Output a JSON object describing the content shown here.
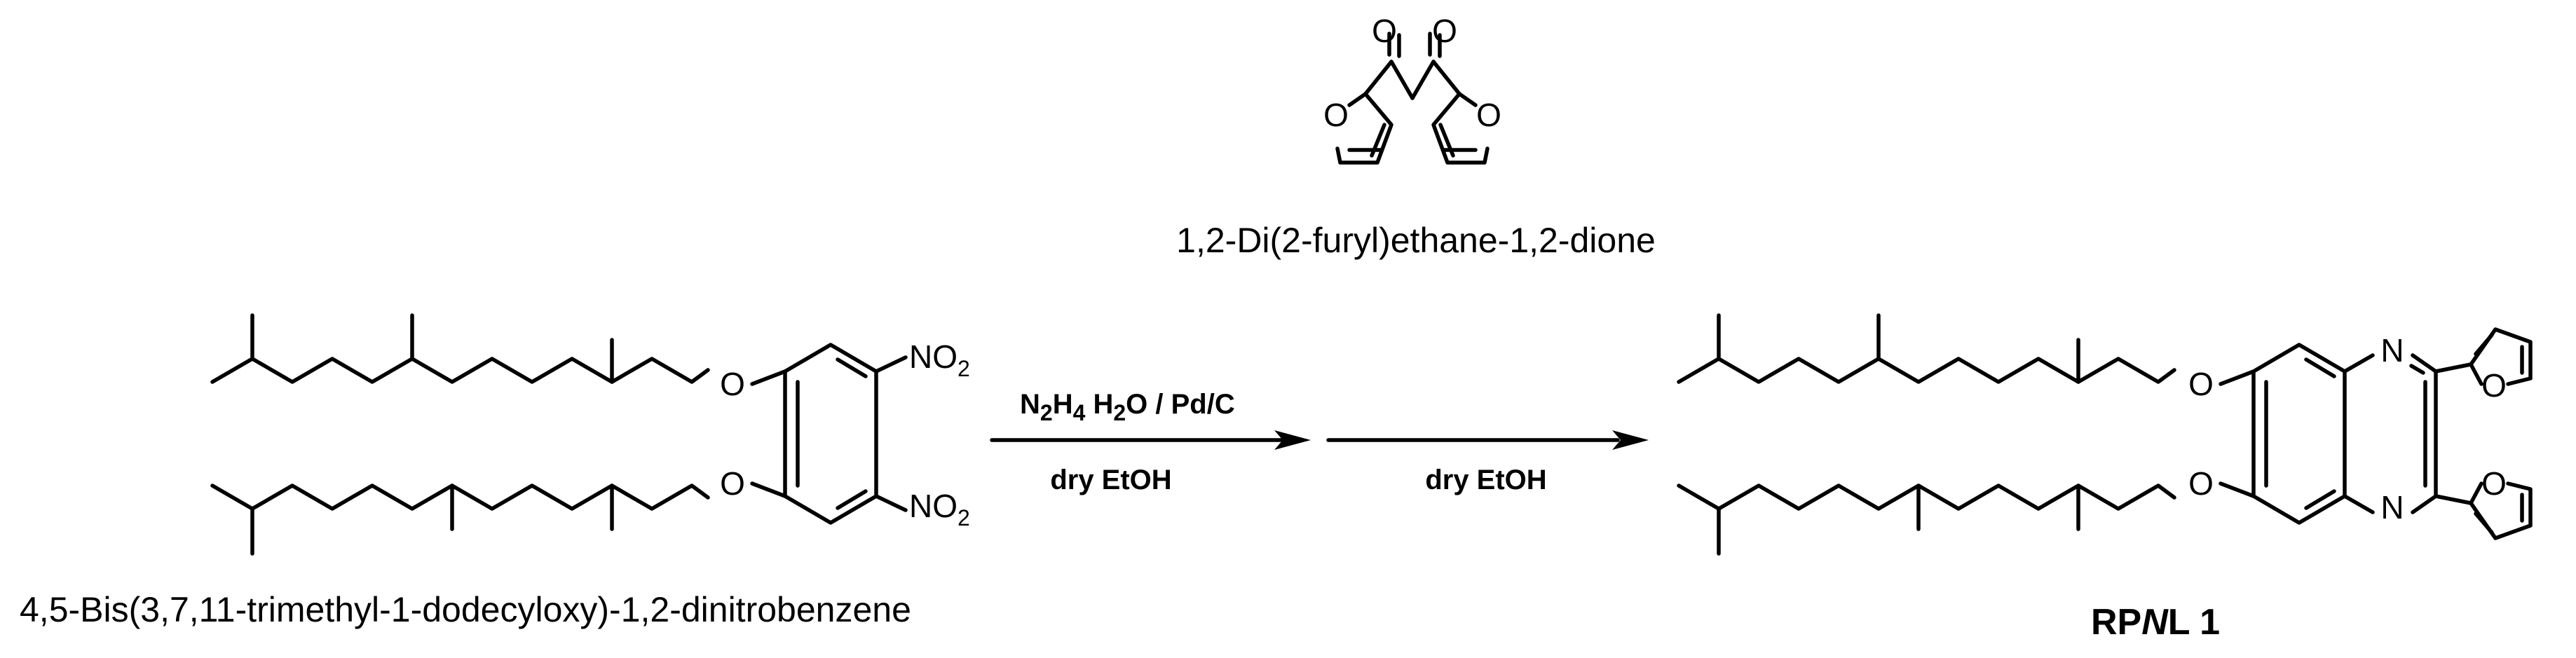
{
  "reagent": {
    "name": "1,2-Di(2-furyl)ethane-1,2-dione",
    "atoms": {
      "o1": "O",
      "o2": "O",
      "o3": "O",
      "o4": "O"
    }
  },
  "starting_material": {
    "name": "4,5-Bis(3,7,11-trimethyl-1-dodecyloxy)-1,2-dinitrobenzene",
    "atoms": {
      "o1": "O",
      "o2": "O"
    },
    "nitro": {
      "main": "NO",
      "sub": "2"
    }
  },
  "arrow1": {
    "top": {
      "n": "N",
      "n_sub": "2",
      "h": "H",
      "h_sub": "4",
      "rest": " H",
      "rest_sub": "2",
      "tail": "O / Pd/C"
    },
    "bottom": "dry EtOH"
  },
  "arrow2": {
    "bottom": "dry EtOH"
  },
  "product": {
    "name_prefix": "RP",
    "name_italic": "N",
    "name_suffix": "L 1",
    "atoms": {
      "o1": "O",
      "o2": "O",
      "n1": "N",
      "n2": "N",
      "fo1": "O",
      "fo2": "O"
    }
  }
}
